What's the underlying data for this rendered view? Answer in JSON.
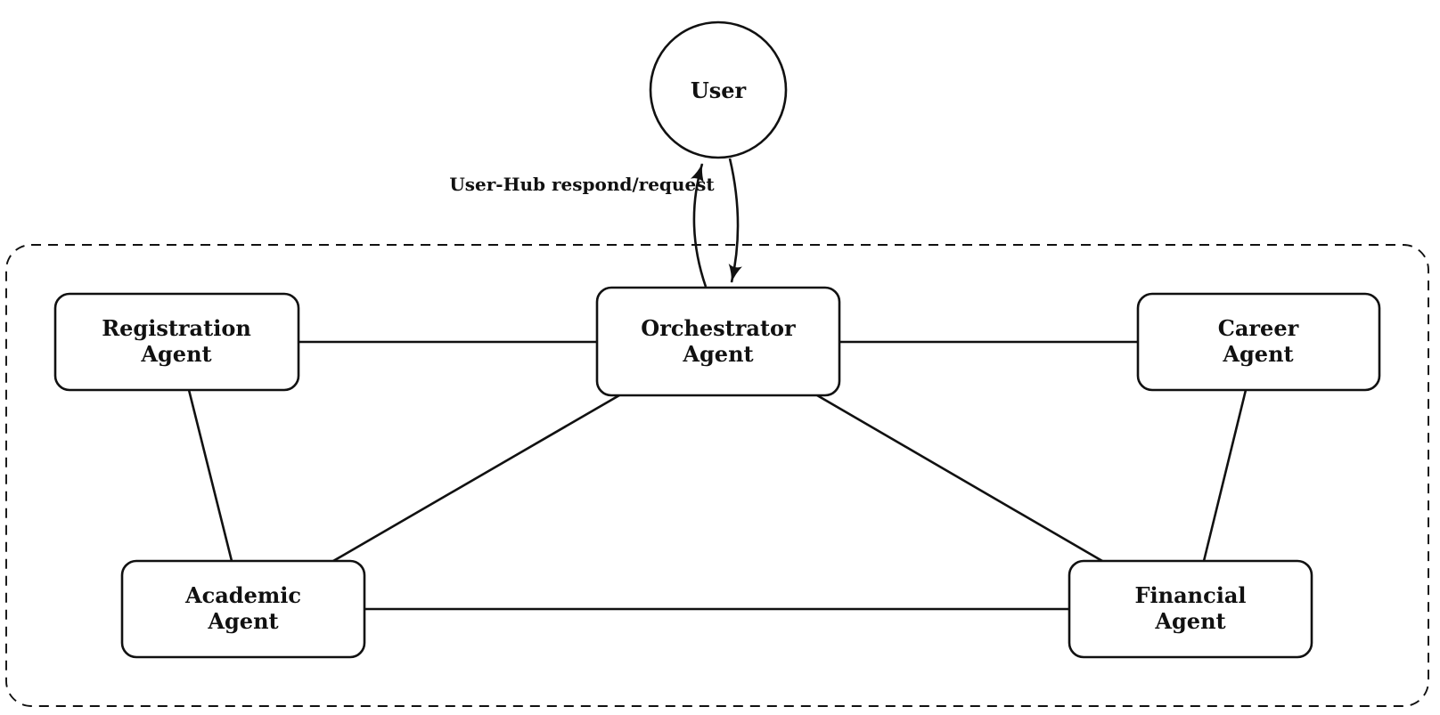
{
  "diagram": {
    "background_color": "#ffffff",
    "stroke_color": "#111111",
    "nodes": {
      "user": {
        "label": "User",
        "shape": "circle"
      },
      "orchestrator": {
        "line1": "Orchestrator",
        "line2": "Agent",
        "shape": "rounded-rect"
      },
      "registration": {
        "line1": "Registration",
        "line2": "Agent",
        "shape": "rounded-rect"
      },
      "career": {
        "line1": "Career",
        "line2": "Agent",
        "shape": "rounded-rect"
      },
      "academic": {
        "line1": "Academic",
        "line2": "Agent",
        "shape": "rounded-rect"
      },
      "financial": {
        "line1": "Financial",
        "line2": "Agent",
        "shape": "rounded-rect"
      }
    },
    "edges": {
      "user_hub_label": "User-Hub respond/request",
      "connections": [
        "registration-orchestrator",
        "orchestrator-career",
        "registration-academic",
        "orchestrator-academic",
        "orchestrator-financial",
        "career-financial",
        "academic-financial",
        "user-orchestrator-request",
        "orchestrator-user-respond"
      ]
    }
  }
}
